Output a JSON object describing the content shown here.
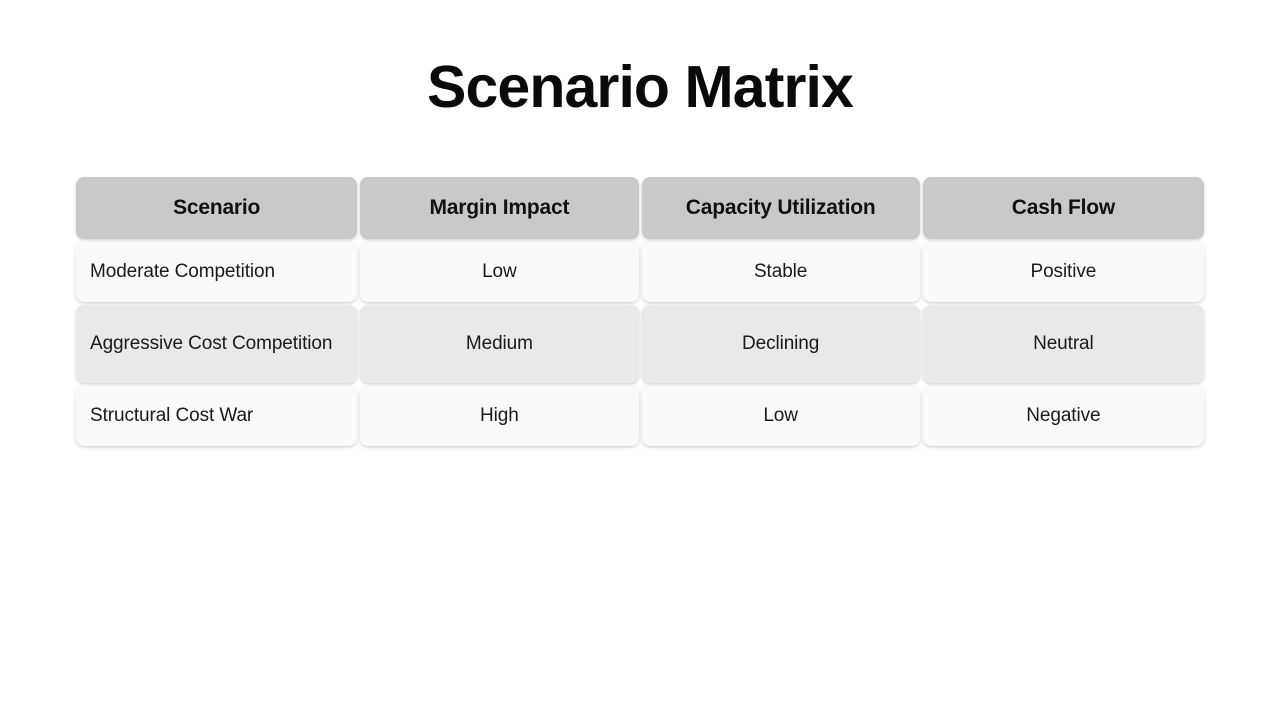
{
  "slide": {
    "title": "Scenario Matrix",
    "background_color": "#ffffff"
  },
  "colors": {
    "header_background": "#c9c9c9",
    "row_light_background": "#fafafa",
    "row_shaded_background": "#e9e9e9",
    "text": "#1a1a1a",
    "title_text": "#0a0a0a"
  },
  "table": {
    "columns": [
      {
        "label": "Scenario",
        "align": "center"
      },
      {
        "label": "Margin Impact",
        "align": "center"
      },
      {
        "label": "Capacity Utilization",
        "align": "center"
      },
      {
        "label": "Cash Flow",
        "align": "center"
      }
    ],
    "rows": [
      {
        "style": "light",
        "cells": [
          "Moderate Competition",
          "Low",
          "Stable",
          "Positive"
        ]
      },
      {
        "style": "shaded",
        "cells": [
          "Aggressive Cost Competition",
          "Medium",
          "Declining",
          "Neutral"
        ]
      },
      {
        "style": "light",
        "cells": [
          "Structural Cost War",
          "High",
          "Low",
          "Negative"
        ]
      }
    ]
  }
}
